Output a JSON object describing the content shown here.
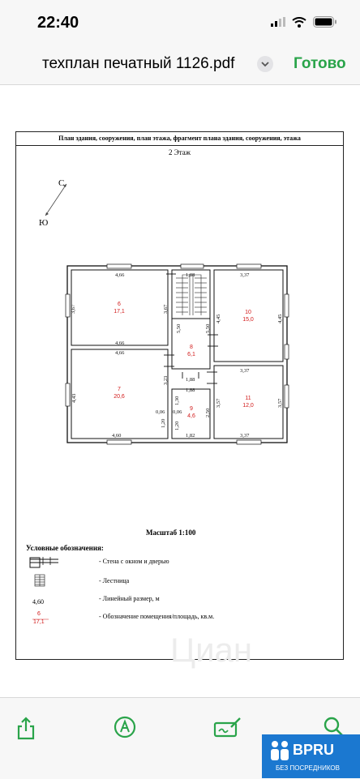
{
  "status_bar": {
    "time": "22:40"
  },
  "nav": {
    "title": "техплан печатный 1126.pdf",
    "done_label": "Готово"
  },
  "document": {
    "header": "План здания, сооружения, план этажа, фрагмент плана здания, сооружения, этажа",
    "floor": "2 Этаж",
    "compass": {
      "north": "С",
      "south": "Ю"
    },
    "dimensions": {
      "d1": "4,66",
      "d2": "3,67",
      "d3": "3,67",
      "d4": "4,66",
      "d5": "4,66",
      "d6": "1,88",
      "d7": "5,50",
      "d8": "5,50",
      "d9": "3,37",
      "d10": "4,45",
      "d11": "4,45",
      "d12": "3,37",
      "d13": "3,23",
      "d14": "4,43",
      "d15": "1,88",
      "d16": "1,88",
      "d17": "1,30",
      "d18": "0,06",
      "d19": "0,06",
      "d20": "1,20",
      "d21": "1,20",
      "d22": "2,50",
      "d23": "3,57",
      "d24": "3,57",
      "d25": "4,60",
      "d26": "1,82",
      "d27": "3,37"
    },
    "rooms": [
      {
        "number": "6",
        "area": "17,1"
      },
      {
        "number": "7",
        "area": "20,6"
      },
      {
        "number": "8",
        "area": "6,1"
      },
      {
        "number": "9",
        "area": "4,6"
      },
      {
        "number": "10",
        "area": "15,0"
      },
      {
        "number": "11",
        "area": "12,0"
      }
    ],
    "scale": "Масштаб 1:100",
    "legend": {
      "title": "Условные обозначения:",
      "items": [
        "- Стена с окном и дверью",
        "- Лестница",
        "- Линейный размер, м",
        "- Обозначение помещения/площадь, кв.м."
      ],
      "sample_dim": "4,60",
      "sample_room_no": "6",
      "sample_room_area": "17,1"
    },
    "watermark": "Циан"
  },
  "toolbar": {
    "icons": [
      "share-icon",
      "markup-icon",
      "signature-icon",
      "search-icon"
    ]
  },
  "badge": {
    "title": "BPRU",
    "subtitle": "БЕЗ ПОСРЕДНИКОВ"
  },
  "colors": {
    "accent": "#2aa44a",
    "room_label": "#d21a1a",
    "badge": "#1b78d0"
  }
}
